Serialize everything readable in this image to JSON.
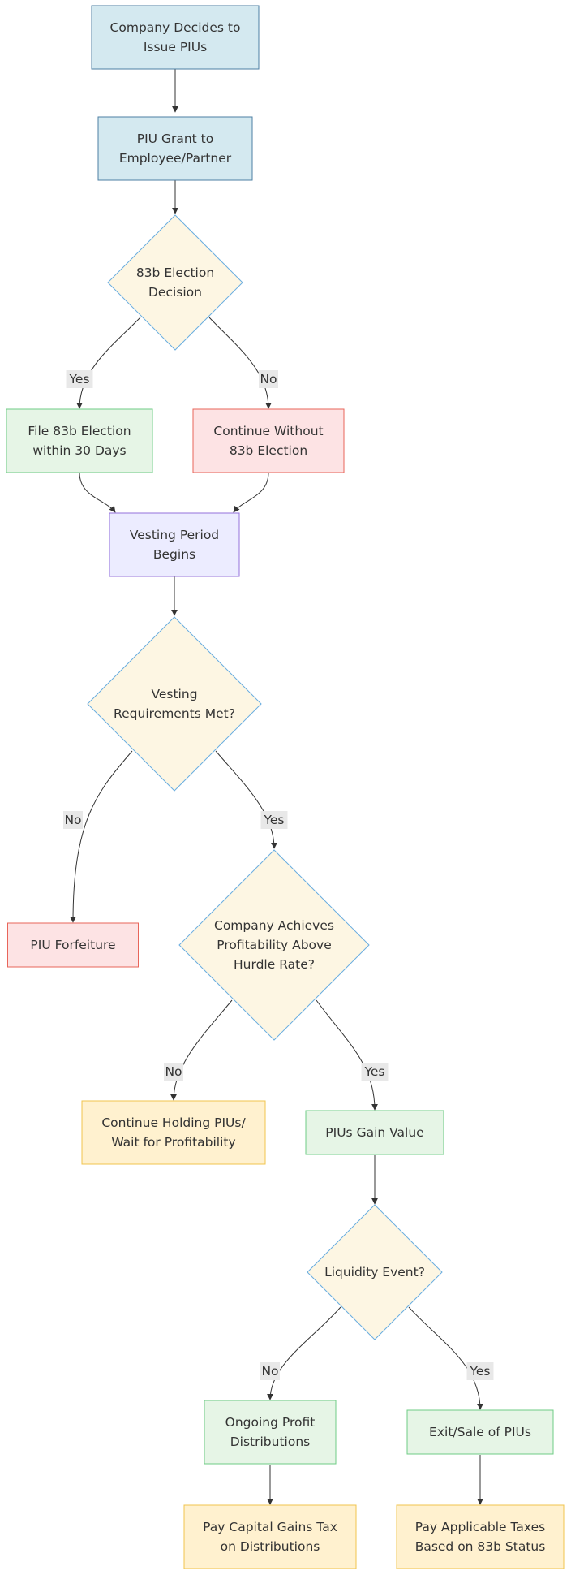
{
  "colors": {
    "blue_fill": "#d4e9f0",
    "blue_stroke": "#4d7fa3",
    "decision_fill": "#fdf6e3",
    "decision_stroke": "#6aaee0",
    "green_fill": "#e6f5e6",
    "green_stroke": "#6fcc85",
    "red_fill": "#fde3e4",
    "red_stroke": "#e8655a",
    "purple_fill": "#ececff",
    "purple_stroke": "#9370db",
    "yellow_fill": "#fff1cf",
    "yellow_stroke": "#f0c44c",
    "edge": "#333333",
    "edge_label_bg": "#e8e8e8"
  },
  "nodes": {
    "start": {
      "lines": [
        "Company Decides to",
        "Issue PIUs"
      ]
    },
    "grant": {
      "lines": [
        "PIU Grant to",
        "Employee/Partner"
      ]
    },
    "election": {
      "lines": [
        "83b Election",
        "Decision"
      ]
    },
    "file83b": {
      "lines": [
        "File 83b Election",
        "within 30 Days"
      ]
    },
    "noelection": {
      "lines": [
        "Continue Without",
        "83b Election"
      ]
    },
    "vesting": {
      "lines": [
        "Vesting Period",
        "Begins"
      ]
    },
    "vestmet": {
      "lines": [
        "Vesting",
        "Requirements Met?"
      ]
    },
    "forfeit": {
      "lines": [
        "PIU Forfeiture"
      ]
    },
    "profit": {
      "lines": [
        "Company Achieves",
        "Profitability Above",
        "Hurdle Rate?"
      ]
    },
    "hold": {
      "lines": [
        "Continue Holding PIUs/",
        "Wait for Profitability"
      ]
    },
    "gain": {
      "lines": [
        "PIUs Gain Value"
      ]
    },
    "liquidity": {
      "lines": [
        "Liquidity Event?"
      ]
    },
    "ongoing": {
      "lines": [
        "Ongoing Profit",
        "Distributions"
      ]
    },
    "exit": {
      "lines": [
        "Exit/Sale of PIUs"
      ]
    },
    "capgains": {
      "lines": [
        "Pay Capital Gains Tax",
        "on Distributions"
      ]
    },
    "taxes": {
      "lines": [
        "Pay Applicable Taxes",
        "Based on 83b Status"
      ]
    }
  },
  "edge_labels": {
    "election_yes": "Yes",
    "election_no": "No",
    "vest_no": "No",
    "vest_yes": "Yes",
    "profit_no": "No",
    "profit_yes": "Yes",
    "liquidity_no": "No",
    "liquidity_yes": "Yes"
  }
}
